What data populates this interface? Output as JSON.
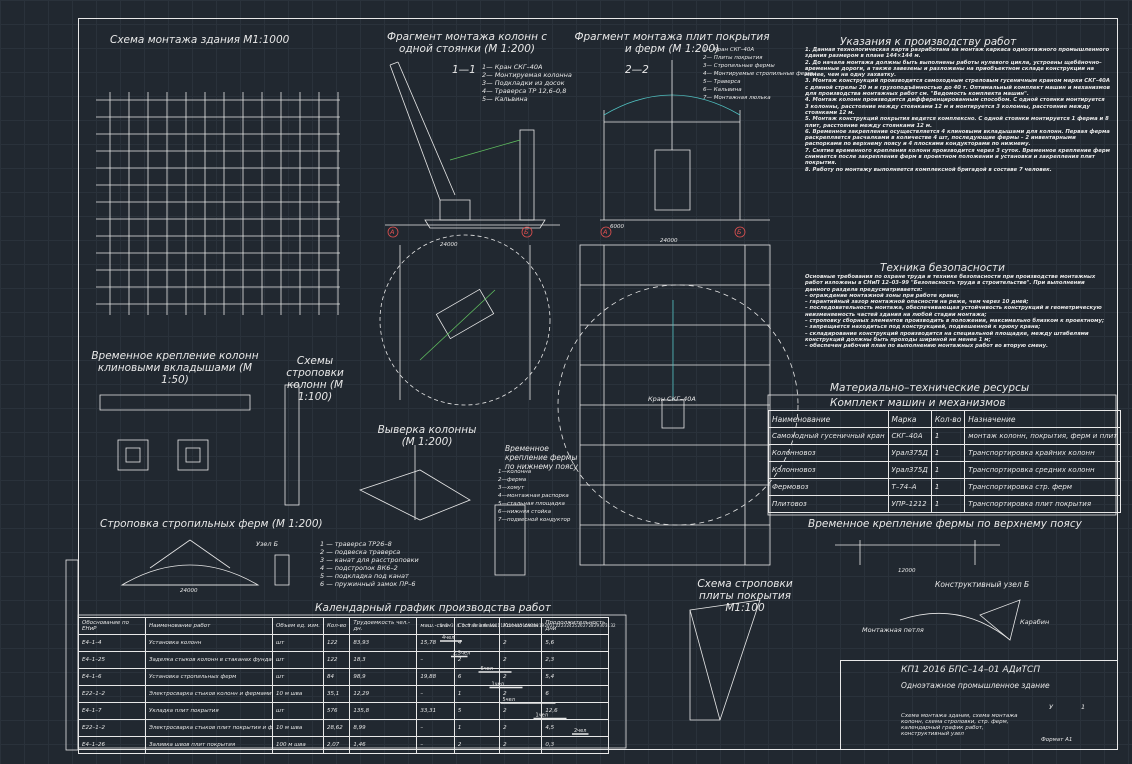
{
  "drawing": {
    "bg_color": "#212830",
    "line_color": "#e8e8e8",
    "accent_colors": {
      "red": "#e05050",
      "green": "#60c060",
      "blue": "#5080e0",
      "cyan": "#50c0c0"
    },
    "titles": {
      "building_scheme": "Схема монтажа здания М1:1000",
      "column_fragment": "Фрагмент монтажа колонн с одной стоянки (М 1:200)",
      "slab_fragment": "Фрагмент монтажа плит покрытия и ферм (М 1:200)",
      "instructions": "Указания к производству работ",
      "safety": "Техника безопасности",
      "resources": "Материально–технические ресурсы",
      "machines": "Комплект машин и механизмов",
      "temp_fixing": "Временное крепление колонн клиновыми вкладышами (М 1:50)",
      "sling_columns": "Схемы строповки колонн (М 1:100)",
      "column_pick": "Выверка колонны (М 1:200)",
      "truss_lower": "Временное крепление фермы по нижнему поясу",
      "truss_upper": "Временное крепление фермы по верхнему поясу",
      "sling_trusses": "Строповка стропильных ферм (М 1:200)",
      "schedule": "Календарный график производства работ",
      "sling_slab": "Схема строповки плиты покрытия М1:100",
      "constr_node": "Конструктивный узел Б"
    },
    "section_labels": {
      "s11": "1—1",
      "s22": "2—2"
    },
    "crane_legend": [
      "1— Кран СКГ–40А",
      "2— Монтируемая колонна",
      "3— Подкладки из досок",
      "4— Траверса ТР 12,6–0,8",
      "5— Кальвина"
    ],
    "slab_legend": [
      "1— Кран СКГ–40А",
      "2— Плиты покрытия",
      "3— Стропильные фермы",
      "4— Монтируемые стропильные фермы",
      "5— Траверса",
      "6— Кальвина",
      "7— Монтажная люлька"
    ],
    "sling_legend": [
      "1 — траверса ТР26–8",
      "2 — подвеска траверса",
      "3 — канат для расстроповки",
      "4 — подстропок ВК6–2",
      "5 — подкладка под канат",
      "6 — пружинный замок ПР–6"
    ],
    "lower_legend": [
      "1—колонна",
      "2—ферма",
      "3—хомут",
      "4—монтажная распорка",
      "5—стальная площадка",
      "6—нижняя стойка",
      "7—подвесной кондуктор"
    ],
    "instructions_text": [
      "1. Данная технологическая карта разработана на монтаж каркаса одноэтажного промышленного здания размером в плане 144×144 м.",
      "2. До начала монтажа должны быть выполнены работы нулевого цикла, устроены щебёночно–временные дороги, а также завезены и разложены на приобъектном складе конструкции на менее, чем на одну захватку.",
      "3. Монтаж конструкций производится самоходным стреловым гусеничным краном марки СКГ–40А с длиной стрелы 20 м и грузоподъёмностью до 40 т. Оптимальный комплект машин и механизмов для производства монтажных работ см. \"Ведомость комплекта машин\".",
      "4. Монтаж колонн производится дифференцированным способом. С одной стоянки монтируется 3 колонны, расстояние между стоянками 12 м и монтируется 3 колонны, расстояние между стоянками 12 м.",
      "5. Монтаж конструкций покрытия ведется комплексно. С одной стоянки монтируется 1 ферма и 8 плит, расстояние между стоянками 12 м.",
      "6. Временное закрепление осуществляется 4 клиновыми вкладышами для колонн. Первая ферма раскрепляется расчалками в количестве 4 шт, последующие фермы – 2 инвентарными распорками по верхнему поясу и 4 плоскими кондукторами по нижнему.",
      "7. Снятие временного крепления колонн производится через 3 суток. Временное крепление ферм снимается после закрепления ферм в проектном положении и установки и закрепления плит покрытия.",
      "8. Работу по монтажу выполняется комплексной бригадой в составе 7 человек."
    ],
    "safety_text": [
      "Основные требования по охране труда и технике безопасности при производстве монтажных работ изложены в СНиП 12–03–99 \"Безопасность труда в строительстве\". При выполнении данного раздела предусматривается:",
      "– ограждение монтажной зоны при работе крана;",
      "– гарантийный зазор монтажной опасности на реже, чем через 10 дней;",
      "– последовательность монтажа, обеспечивающая устойчивость конструкций и геометрическую неизменяемость частей здания на любой стадии монтажа;",
      "– строповку сборных элементов производить в положении, максимально близком к проектному;",
      "– запрещается находиться под конструкцией, подвешенной к крюку крана;",
      "– складирование конструкций производится на специальной площадке, между штабелями конструкций должны быть проходы шириной не менее 1 м;",
      "– обеспечен рабочий план по выполнению монтажных работ во вторую смену."
    ],
    "machines_table": {
      "headers": [
        "Наименование",
        "Марка",
        "Кол-во",
        "Назначение"
      ],
      "rows": [
        [
          "Самоходный гусеничный кран",
          "СКГ–40А",
          "1",
          "монтаж колонн, покрытия, ферм и плит"
        ],
        [
          "Колонновоз",
          "Урал375Д",
          "1",
          "Транспортировка крайних колонн"
        ],
        [
          "Колонновоз",
          "Урал375Д",
          "1",
          "Транспортировка средних колонн"
        ],
        [
          "Фермовоз",
          "Т–74–А",
          "1",
          "Транспортировка стр. ферм"
        ],
        [
          "Плитовоз",
          "УПР–1212",
          "1",
          "Транспортировка плит покрытия"
        ]
      ]
    },
    "schedule_table": {
      "headers": [
        "Обоснование по ЕНиР",
        "Наименование работ",
        "Объем ед. изм.",
        "Кол-во",
        "Трудоемкость чел.-дн.",
        "маш.-смен",
        "Состав звена",
        "Кол-во смен",
        "Продолжительность, дни"
      ],
      "rows": [
        [
          "Е4–1–4",
          "Установка колонн",
          "шт",
          "122",
          "83,93",
          "15,78",
          "4",
          "2",
          "5,6"
        ],
        [
          "Е4–1–25",
          "Заделка стыков колонн в стаканах фундаментов",
          "шт",
          "122",
          "18,3",
          "–",
          "2",
          "2",
          "2,3"
        ],
        [
          "Е4–1–6",
          "Установка стропильных ферм",
          "шт",
          "84",
          "98,9",
          "19,88",
          "6",
          "2",
          "5,4"
        ],
        [
          "Е22–1–2",
          "Электросварка стыков колонн и фермами",
          "10 м шва",
          "35,1",
          "12,29",
          "–",
          "1",
          "2",
          "6"
        ],
        [
          "Е4–1–7",
          "Укладка плит покрытия",
          "шт",
          "576",
          "135,8",
          "33,31",
          "5",
          "2",
          "12,6"
        ],
        [
          "Е22–1–2",
          "Электросварка стыков плит покрытия и фермами",
          "10 м шва",
          "28,62",
          "8,99",
          "–",
          "1",
          "2",
          "4,5"
        ],
        [
          "Е4–1–26",
          "Заливка швов плит покрытия",
          "100 м шва",
          "2,07",
          "1,46",
          "–",
          "2",
          "2",
          "0,3"
        ]
      ],
      "days": [
        "1",
        "2",
        "3",
        "4",
        "5",
        "6",
        "7",
        "8",
        "9",
        "10",
        "11",
        "12",
        "13",
        "14",
        "15",
        "16",
        "17",
        "18",
        "19",
        "20",
        "21",
        "22",
        "23",
        "24",
        "25",
        "26",
        "27",
        "28",
        "29",
        "30",
        "31",
        "32"
      ]
    },
    "title_block": {
      "code": "КП1 2016 БПС–14–01 АДиТСП",
      "name": "Одноэтажное промышленное здание",
      "sheet": "У",
      "sheets": "1",
      "note": "Схема монтажа здания, схема монтажа колонн, схема строповки, стр. ферм, календарный график работ, конструктивный узел",
      "format": "Формат А1"
    },
    "misc_labels": {
      "crane": "Кран СКГ–40А",
      "traverse": "Траверса",
      "node_b": "Узел Б",
      "rigging": "Монтажная петля",
      "carabiner": "Карабин",
      "dim_24000": "24000",
      "dim_12000": "12000",
      "dim_6000": "6000",
      "axis_a": "А",
      "axis_b": "Б"
    },
    "schedule_bars": [
      {
        "row": 0,
        "start": 1,
        "len": 4,
        "label": "4чел"
      },
      {
        "row": 1,
        "start": 3,
        "len": 3,
        "label": "2,5чел"
      },
      {
        "row": 2,
        "start": 8,
        "len": 6,
        "label": "6чел"
      },
      {
        "row": 3,
        "start": 10,
        "len": 6,
        "label": "1чел"
      },
      {
        "row": 4,
        "start": 12,
        "len": 10,
        "label": "5чел"
      },
      {
        "row": 5,
        "start": 18,
        "len": 6,
        "label": "1чел"
      },
      {
        "row": 6,
        "start": 25,
        "len": 3,
        "label": "2чел"
      }
    ]
  }
}
